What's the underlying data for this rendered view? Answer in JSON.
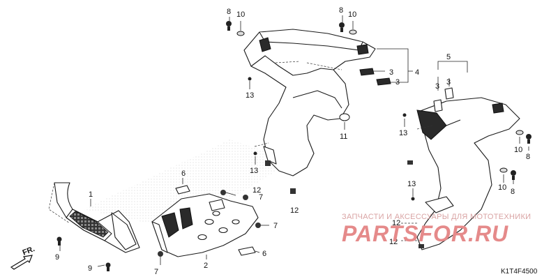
{
  "callouts": {
    "c1": "1",
    "c2": "2",
    "c3a": "3",
    "c3b": "3",
    "c3c": "3",
    "c3d": "3",
    "c4": "4",
    "c5": "5",
    "c6a": "6",
    "c6b": "6",
    "c7a": "7",
    "c7b": "7",
    "c7c": "7",
    "c8a": "8",
    "c8b": "8",
    "c8c": "8",
    "c8d": "8",
    "c9a": "9",
    "c9b": "9",
    "c10a": "10",
    "c10b": "10",
    "c10c": "10",
    "c10d": "10",
    "c11": "11",
    "c12a": "12",
    "c12b": "12",
    "c12c": "12",
    "c12d": "12",
    "c13a": "13",
    "c13b": "13",
    "c13c": "13",
    "c13d": "13"
  },
  "watermark": {
    "tagline": "ЗАПЧАСТИ И АКСЕССУАРЫ ДЛЯ МОТОТЕХНИКИ",
    "logo": "PARTSFOR.RU"
  },
  "direction_label": "FR.",
  "diagram_code": "K1T4F4500"
}
